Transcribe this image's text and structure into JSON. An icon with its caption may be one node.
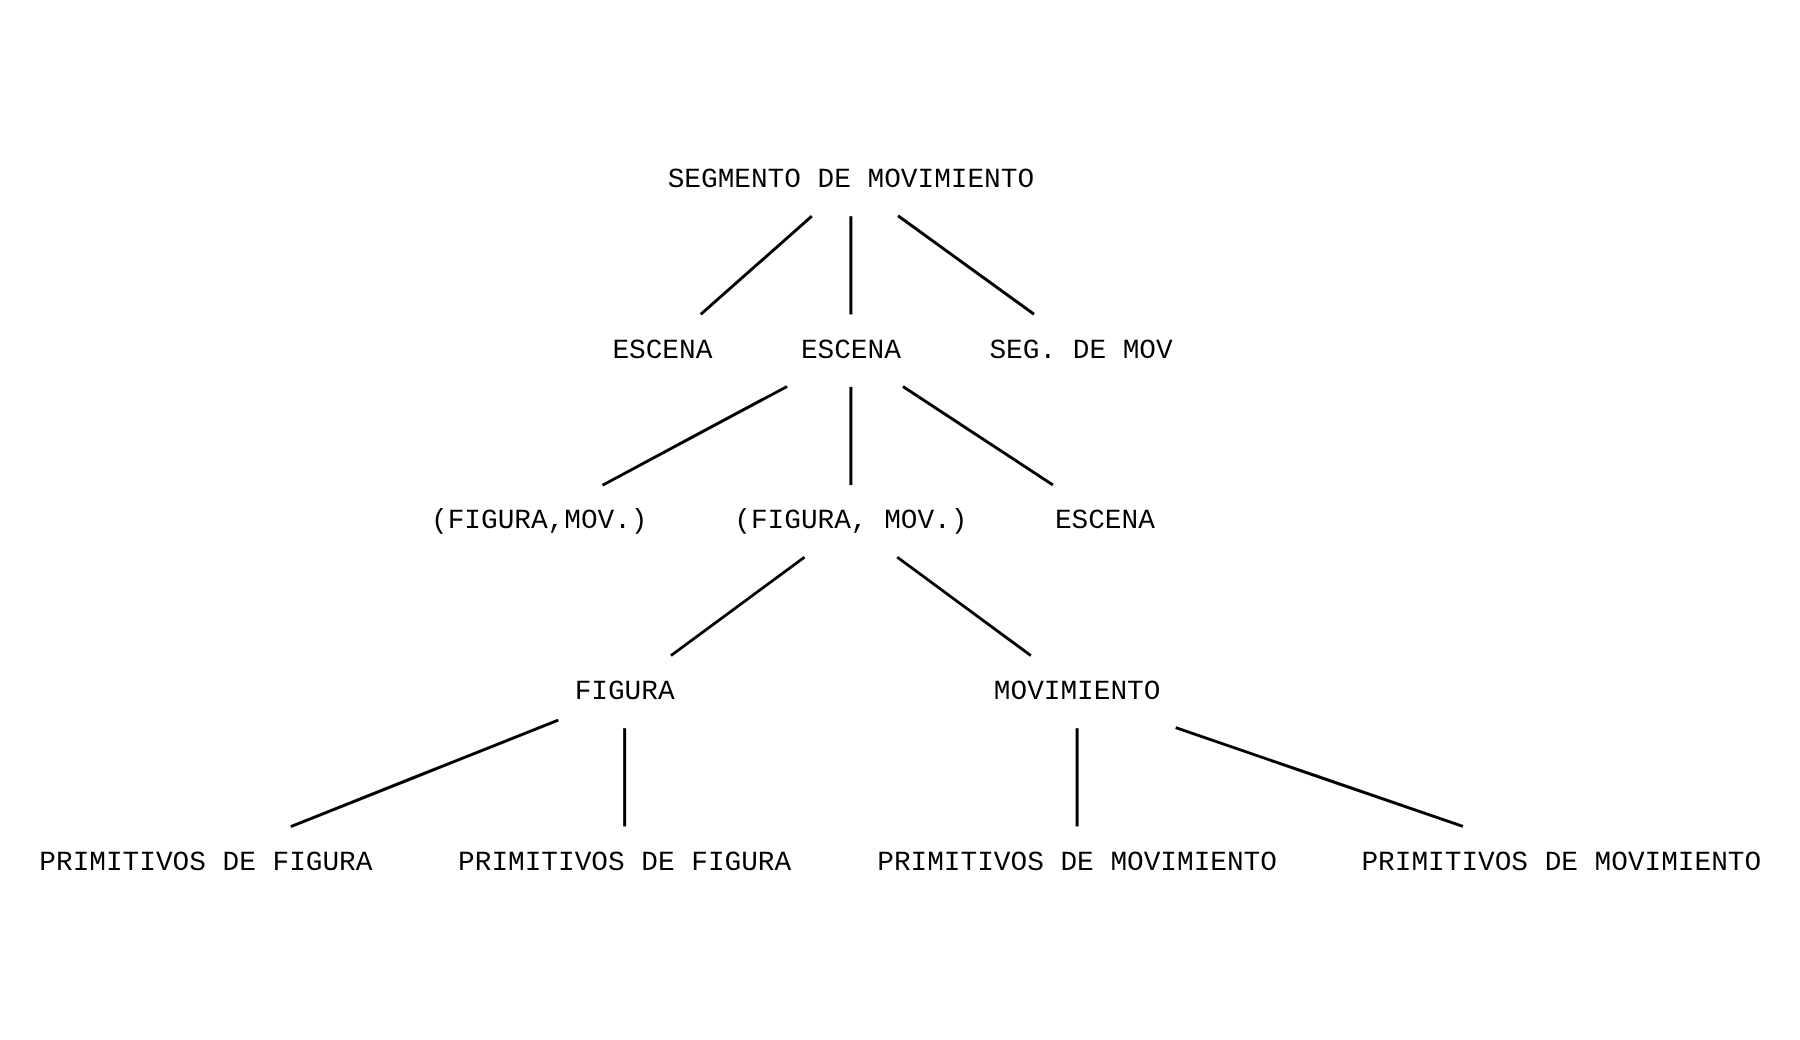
{
  "diagram": {
    "nodes": [
      {
        "text": [
          "SEGMENTO DE MOVIMIENTO"
        ]
      },
      {
        "text": [
          "ESCENA"
        ]
      },
      {
        "text": [
          "ESCENA"
        ]
      },
      {
        "text": [
          "SEG. DE MOV"
        ]
      },
      {
        "text": [
          "(FIGURA,MOV.)"
        ]
      },
      {
        "text": [
          "(FIGURA, MOV.)"
        ]
      },
      {
        "text": [
          "ESCENA"
        ]
      },
      {
        "text": [
          "FIGURA"
        ]
      },
      {
        "text": [
          "MOVIMIENTO"
        ]
      },
      {
        "text": [
          "PRIMITIVOS DE FIGURA"
        ]
      },
      {
        "text": [
          "PRIMITIVOS DE FIGURA"
        ]
      },
      {
        "text": [
          "PRIMITIVOS DE MOVIMIENTO"
        ]
      },
      {
        "text": [
          "PRIMITIVOS DE MOVIMIENTO"
        ]
      }
    ],
    "edges": [
      {
        "from": 0,
        "to": 1,
        "arrow": "none"
      },
      {
        "from": 0,
        "to": 2,
        "arrow": "none"
      },
      {
        "from": 0,
        "to": 3,
        "arrow": "none"
      },
      {
        "from": 2,
        "to": 4,
        "arrow": "none"
      },
      {
        "from": 2,
        "to": 5,
        "arrow": "none"
      },
      {
        "from": 2,
        "to": 6,
        "arrow": "none"
      },
      {
        "from": 5,
        "to": 7,
        "arrow": "none"
      },
      {
        "from": 5,
        "to": 8,
        "arrow": "none"
      },
      {
        "from": 7,
        "to": 9,
        "arrow": "none"
      },
      {
        "from": 7,
        "to": 10,
        "arrow": "none"
      },
      {
        "from": 8,
        "to": 11,
        "arrow": "none"
      },
      {
        "from": 8,
        "to": 12,
        "arrow": "none"
      }
    ]
  }
}
